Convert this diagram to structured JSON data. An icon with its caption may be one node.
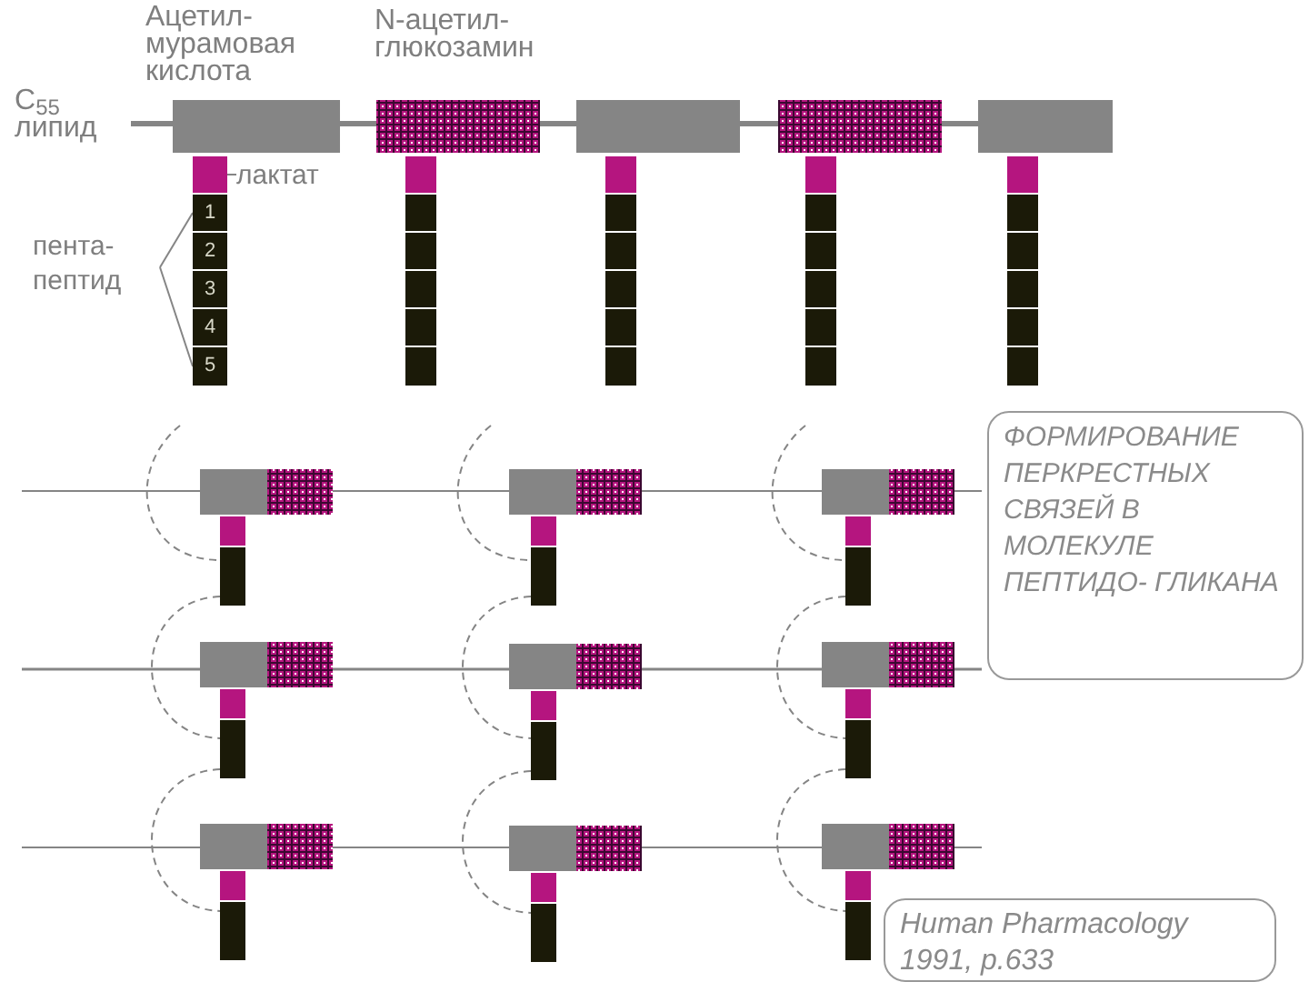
{
  "diagram": {
    "nodes": [
      {
        "text": [
          "лактат"
        ]
      },
      {
        "text": [],
        "shape": "box"
      },
      {
        "text": [
          "пента- пептид"
        ]
      },
      {
        "text": [
          "1"
        ]
      },
      {
        "text": [
          "2"
        ]
      },
      {
        "text": [
          "3"
        ]
      },
      {
        "text": [
          "4"
        ]
      },
      {
        "text": [
          "5"
        ]
      },
      {
        "text": [
          "ФОРМИРОВАНИЕ ПЕРКРЕСТНЫХ СВЯЗЕЙ В МОЛЕКУЛЕ ПЕПТИДО- ГЛИКАНА"
        ]
      },
      {
        "text": [
          "Human Pharmacology 1991, p.633"
        ]
      }
    ],
    "edges": [
      {
        "from": 0,
        "to": 1,
        "arrow": "none"
      },
      {
        "from": 2,
        "to": 3,
        "arrow": "none"
      },
      {
        "from": 2,
        "to": 7,
        "arrow": "none"
      }
    ],
    "labels": [
      "Ацетил- мурамовая кислота",
      "N-ацетил- глюкозамин",
      "C$_{55}$ липид"
    ]
  }
}
